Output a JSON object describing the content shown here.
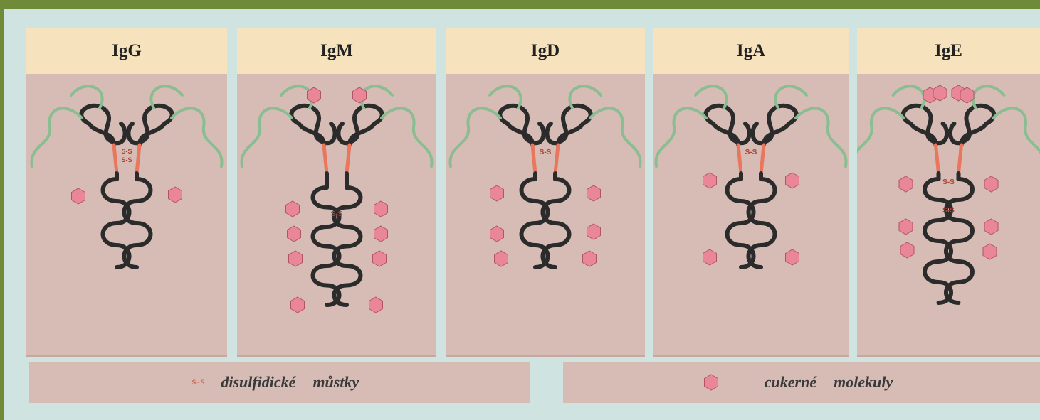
{
  "panels": [
    {
      "id": "igg",
      "title": "IgG"
    },
    {
      "id": "igm",
      "title": "IgM"
    },
    {
      "id": "igd",
      "title": "IgD"
    },
    {
      "id": "iga",
      "title": "IgA"
    },
    {
      "id": "ige",
      "title": "IgE"
    }
  ],
  "bridge_label": "S-S",
  "legend": {
    "disulfide_symbol": "s-s",
    "disulfide_word1": "disulfidické",
    "disulfide_word2": "můstky",
    "sugar_word1": "cukerné",
    "sugar_word2": "molekuly"
  },
  "colors": {
    "page_border": "#6f8a39",
    "board": "#cfe3e1",
    "panel": "#d6bcb5",
    "header": "#f6e2bc",
    "heavy_chain": "#2b2b2b",
    "light_chain": "#8bbd93",
    "hinge": "#e8775e",
    "sugar": "#e98797"
  }
}
